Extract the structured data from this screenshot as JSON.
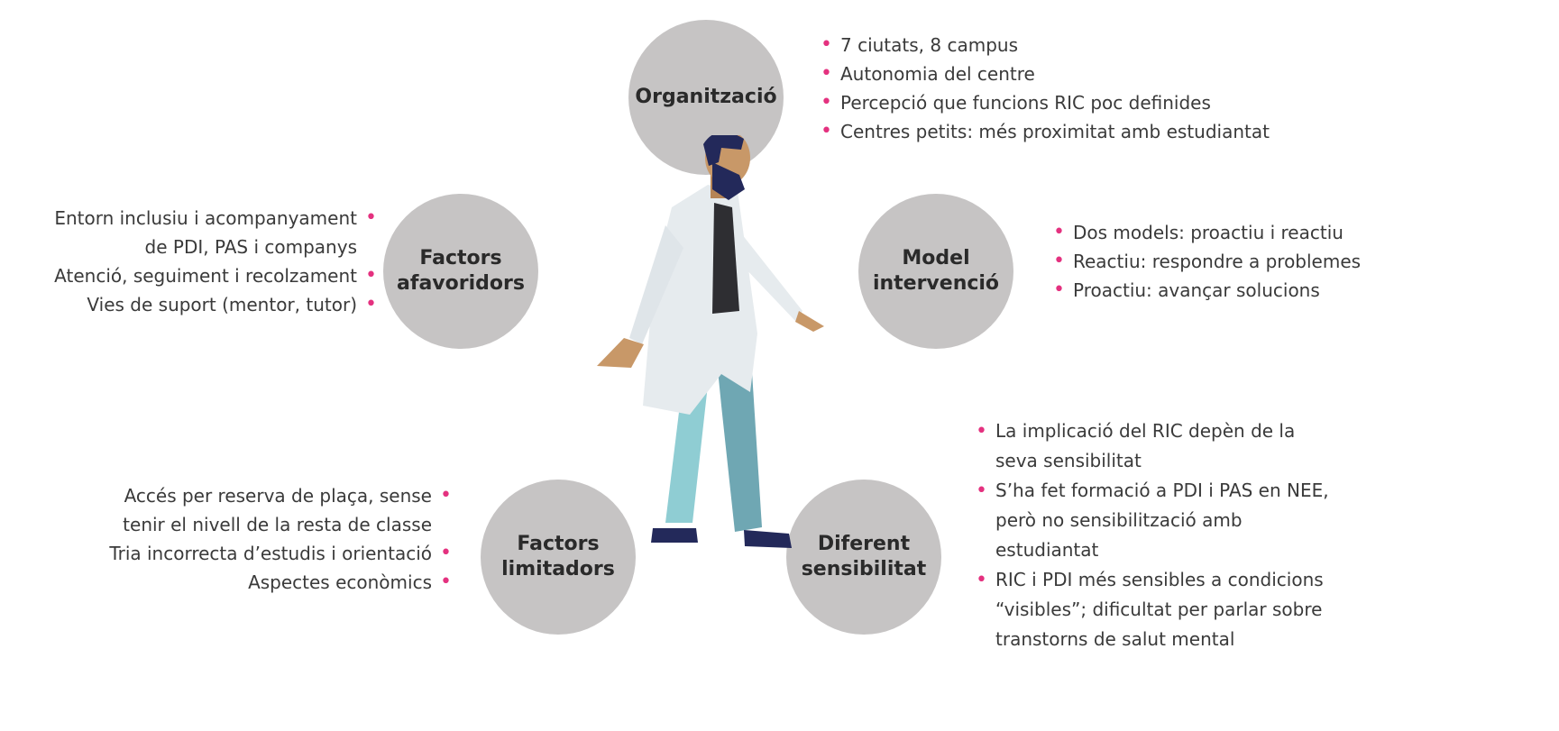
{
  "nodes": {
    "organitzacio": {
      "title": [
        "Organització"
      ],
      "items": [
        "7 ciutats, 8 campus",
        "Autonomia del centre",
        "Percepció que funcions RIC poc definides",
        "Centres petits: més proximitat amb estudiantat"
      ]
    },
    "factors_afavoridors": {
      "title": [
        "Factors",
        "afavoridors"
      ],
      "items": [
        "Entorn inclusiu i acompanyament",
        "de PDI, PAS i companys",
        "Atenció, seguiment i recolzament",
        "Vies de suport (mentor, tutor)"
      ],
      "bullets": [
        true,
        false,
        true,
        true
      ]
    },
    "model_intervencio": {
      "title": [
        "Model",
        "intervenció"
      ],
      "items": [
        "Dos models: proactiu i reactiu",
        "Reactiu: respondre a problemes",
        "Proactiu: avançar solucions"
      ]
    },
    "factors_limitadors": {
      "title": [
        "Factors",
        "limitadors"
      ],
      "items": [
        "Accés per reserva de plaça, sense",
        "tenir el nivell de la resta de classe",
        "Tria incorrecta d’estudis i orientació",
        "Aspectes econòmics"
      ],
      "bullets": [
        true,
        false,
        true,
        true
      ]
    },
    "diferent_sensibilitat": {
      "title": [
        "Diferent",
        "sensibilitat"
      ],
      "items": [
        "La implicació del RIC depèn de la",
        "seva sensibilitat",
        "S’ha fet formació a PDI i PAS en NEE,",
        "però no sensibilització amb",
        "estudiantat",
        "RIC i PDI més sensibles a condicions",
        "“visibles”; dificultat per parlar sobre",
        "transtorns de salut mental"
      ],
      "bullets": [
        true,
        false,
        true,
        false,
        false,
        true,
        false,
        false
      ]
    }
  },
  "colors": {
    "circle": "#c6c4c4",
    "bullet": "#e4317f",
    "text": "#3a3a3a"
  },
  "bullet_glyph": "•"
}
